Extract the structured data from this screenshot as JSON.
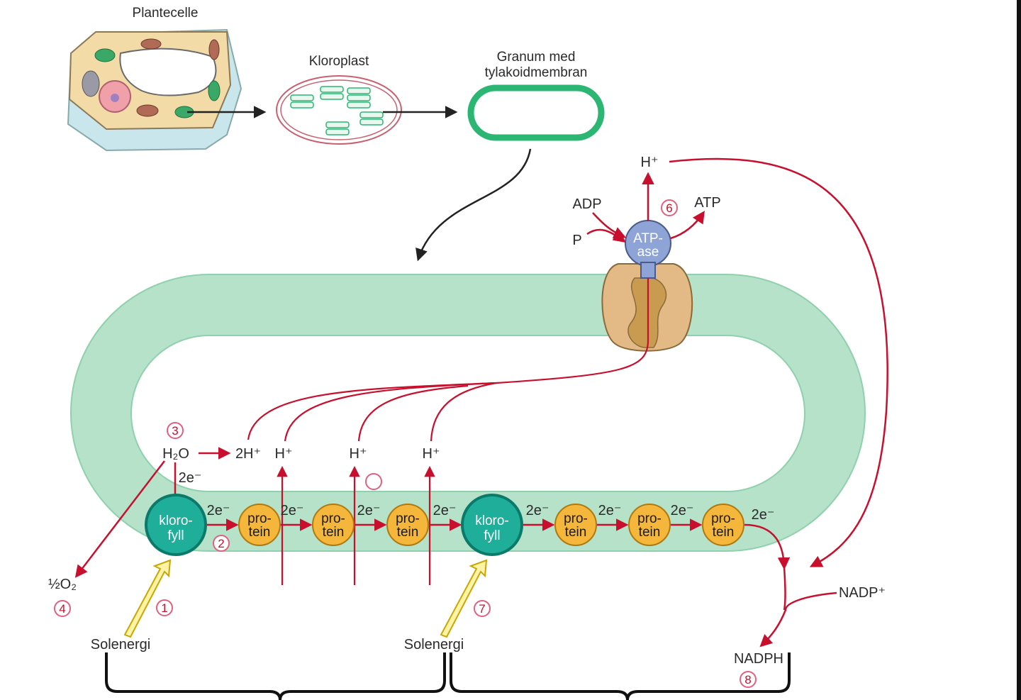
{
  "labels": {
    "plant_cell": "Plantecelle",
    "chloroplast": "Kloroplast",
    "granum_line1": "Granum med",
    "granum_line2": "tylakoidmembran",
    "solar1": "Solenergi",
    "solar2": "Solenergi",
    "nadp_plus": "NADP⁺",
    "nadph": "NADPH",
    "adp": "ADP",
    "p": "P",
    "atp": "ATP",
    "atpase_line1": "ATP-",
    "atpase_line2": "ase",
    "h_top": "H⁺",
    "h2o": "H₂O",
    "two_h": "2H⁺",
    "h1": "H⁺",
    "h2": "H⁺",
    "h3": "H⁺",
    "half_o2": "½O₂"
  },
  "nodes": {
    "chlorophyll1": [
      "kloro-",
      "fyll"
    ],
    "chlorophyll2": [
      "kloro-",
      "fyll"
    ],
    "protein1": [
      "pro-",
      "tein"
    ],
    "protein2": [
      "pro-",
      "tein"
    ],
    "protein3": [
      "pro-",
      "tein"
    ],
    "protein4": [
      "pro-",
      "tein"
    ],
    "protein5": [
      "pro-",
      "tein"
    ],
    "protein6": [
      "pro-",
      "tein"
    ]
  },
  "edge_labels": {
    "e_h2o": "2e⁻",
    "e1": "2e⁻",
    "e2": "2e⁻",
    "e3": "2e⁻",
    "e4": "2e⁻",
    "e5": "2e⁻",
    "e6": "2e⁻",
    "e7": "2e⁻",
    "e8": "2e⁻"
  },
  "steps": {
    "s1": "1",
    "s2": "2",
    "s3": "3",
    "s4": "4",
    "s6": "6",
    "s7": "7",
    "s8": "8"
  },
  "colors": {
    "membrane": "#b5e2c8",
    "membrane_border": "#8fd0ad",
    "chlorophyll": "#1fae9a",
    "protein": "#f4b63b",
    "arrow": "#c8102e",
    "atpase_head": "#8ea3d6",
    "atpase_body": "#e3b985"
  }
}
